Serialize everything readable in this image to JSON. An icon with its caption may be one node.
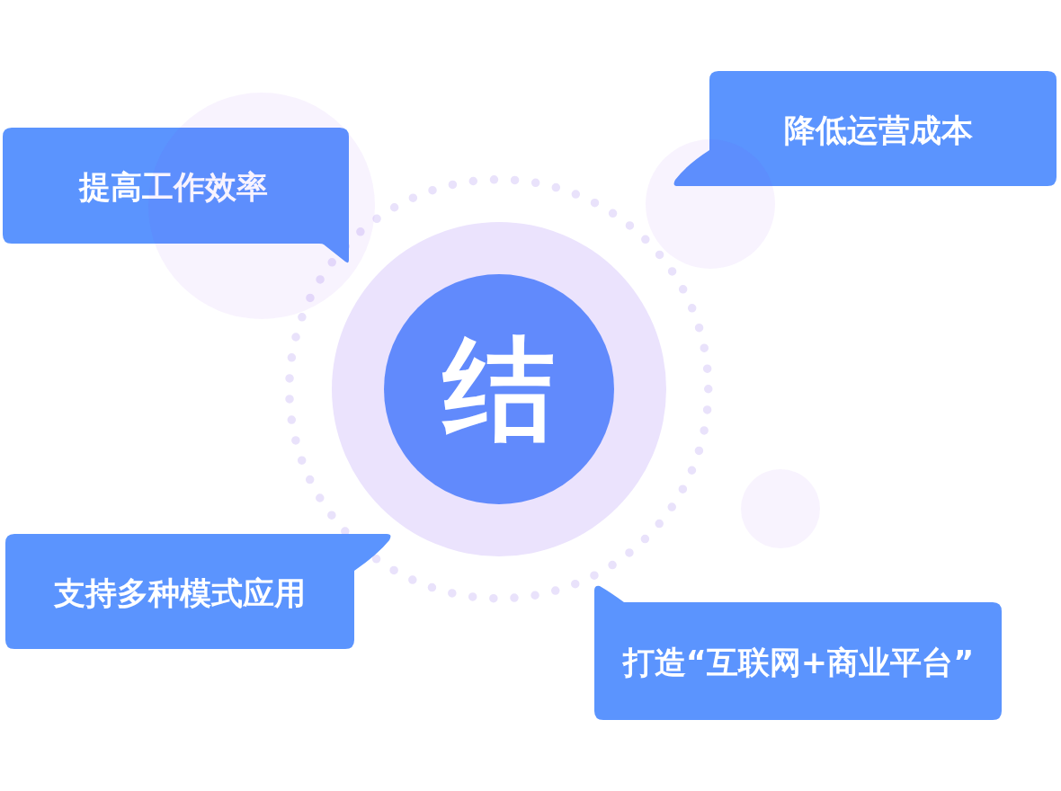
{
  "diagram": {
    "nodes": [
      {
        "text": [
          "提高工作效率"
        ]
      },
      {
        "text": [
          "降低运营成本"
        ]
      },
      {
        "text": [
          "结"
        ]
      },
      {
        "text": [
          "支持多种模式应用"
        ]
      },
      {
        "text": [
          "打造“互联网+商业平台”"
        ]
      }
    ]
  }
}
